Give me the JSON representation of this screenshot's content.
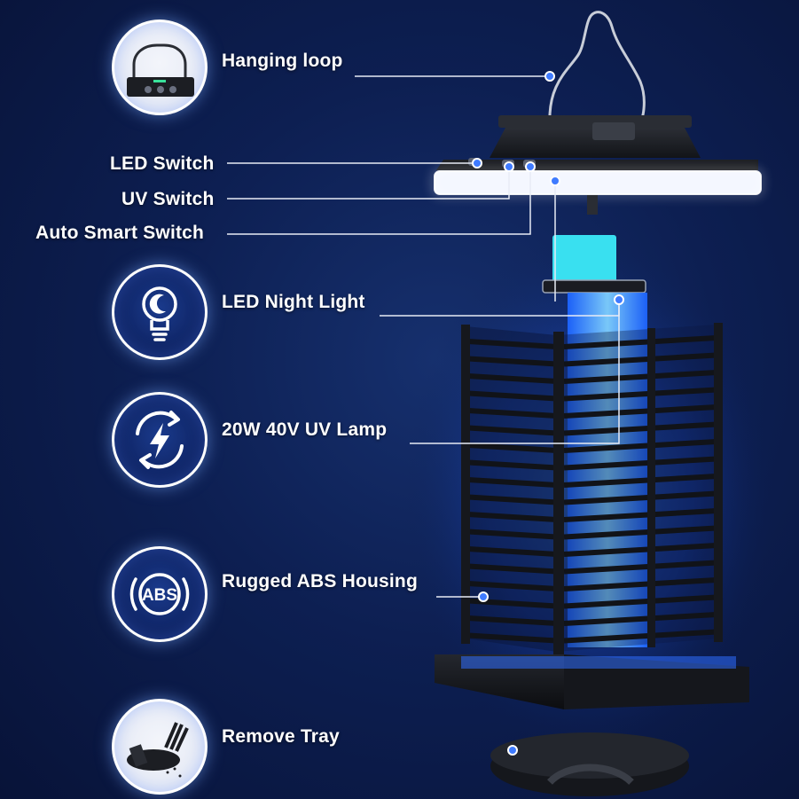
{
  "features": {
    "hanging_loop": "Hanging loop",
    "led_switch": "LED Switch",
    "uv_switch": "UV Switch",
    "auto_smart_switch": "Auto Smart Switch",
    "led_night_light": "LED Night Light",
    "uv_lamp": "20W 40V UV Lamp",
    "abs_housing": "Rugged ABS Housing",
    "remove_tray": "Remove Tray"
  },
  "badge_texts": {
    "abs": "ABS"
  },
  "colors": {
    "background": "#0d1f52",
    "uv_glow": "#2f7dff",
    "cyan_light": "#39e0f0",
    "leader_line": "#e8ecf5",
    "housing": "#15171c"
  },
  "icons": [
    "hook-icon",
    "bulb-moon-icon",
    "lightning-cycle-icon",
    "abs-icon",
    "tray-icon"
  ]
}
